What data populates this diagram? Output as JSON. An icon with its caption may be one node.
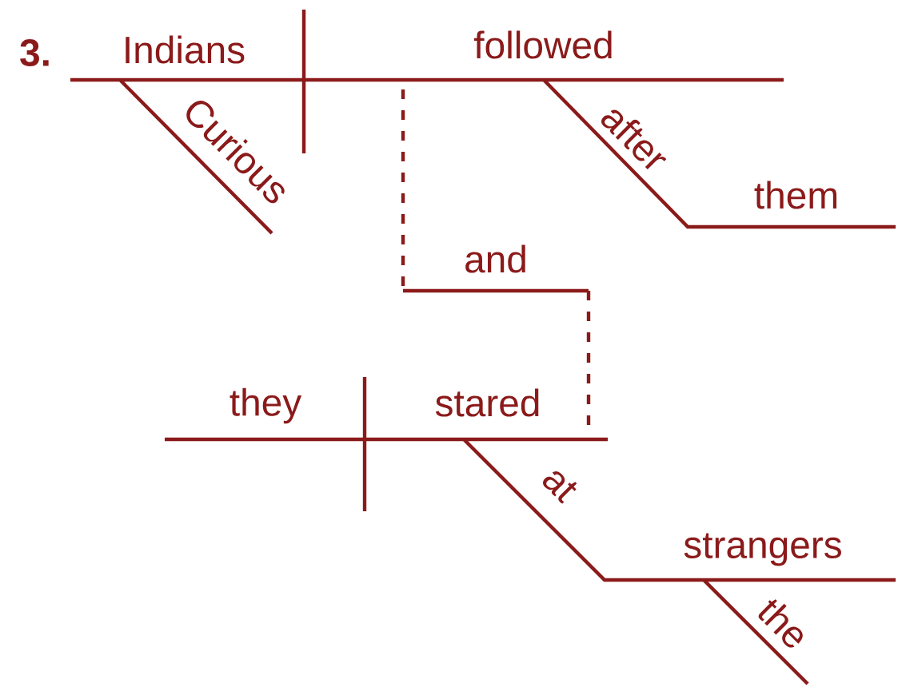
{
  "diagram": {
    "labels": [
      "3.",
      "Indians",
      "followed",
      "Curious",
      "after",
      "them",
      "and",
      "they",
      "stared",
      "at",
      "strangers",
      "the"
    ]
  }
}
